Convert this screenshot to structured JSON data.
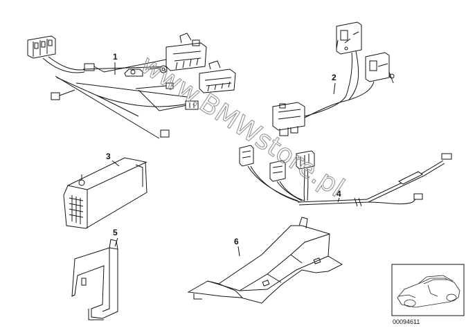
{
  "diagram": {
    "callouts": [
      {
        "id": "part-1",
        "label": "1"
      },
      {
        "id": "part-2",
        "label": "2"
      },
      {
        "id": "part-3",
        "label": "3"
      },
      {
        "id": "part-4",
        "label": "4"
      },
      {
        "id": "part-5",
        "label": "5"
      },
      {
        "id": "part-6",
        "label": "6"
      }
    ],
    "watermark": "www.BMWstore.pl",
    "reference_number": "00094611"
  },
  "colors": {
    "line": "#111111",
    "watermark": "#8c8c8c",
    "background": "#ffffff"
  }
}
